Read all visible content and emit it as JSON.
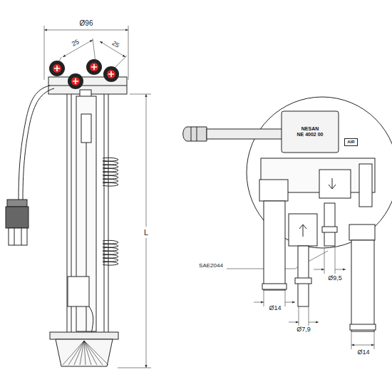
{
  "diagram": {
    "nodes": [
      {
        "text": [
          "NESAN",
          "NE 4002 00"
        ]
      },
      {
        "text": [
          "AIR"
        ]
      }
    ],
    "labels": [
      "Ø96",
      "25",
      "25",
      "L",
      "SAE2044",
      "Ø9,5",
      "Ø14",
      "Ø7,9",
      "Ø14"
    ]
  }
}
